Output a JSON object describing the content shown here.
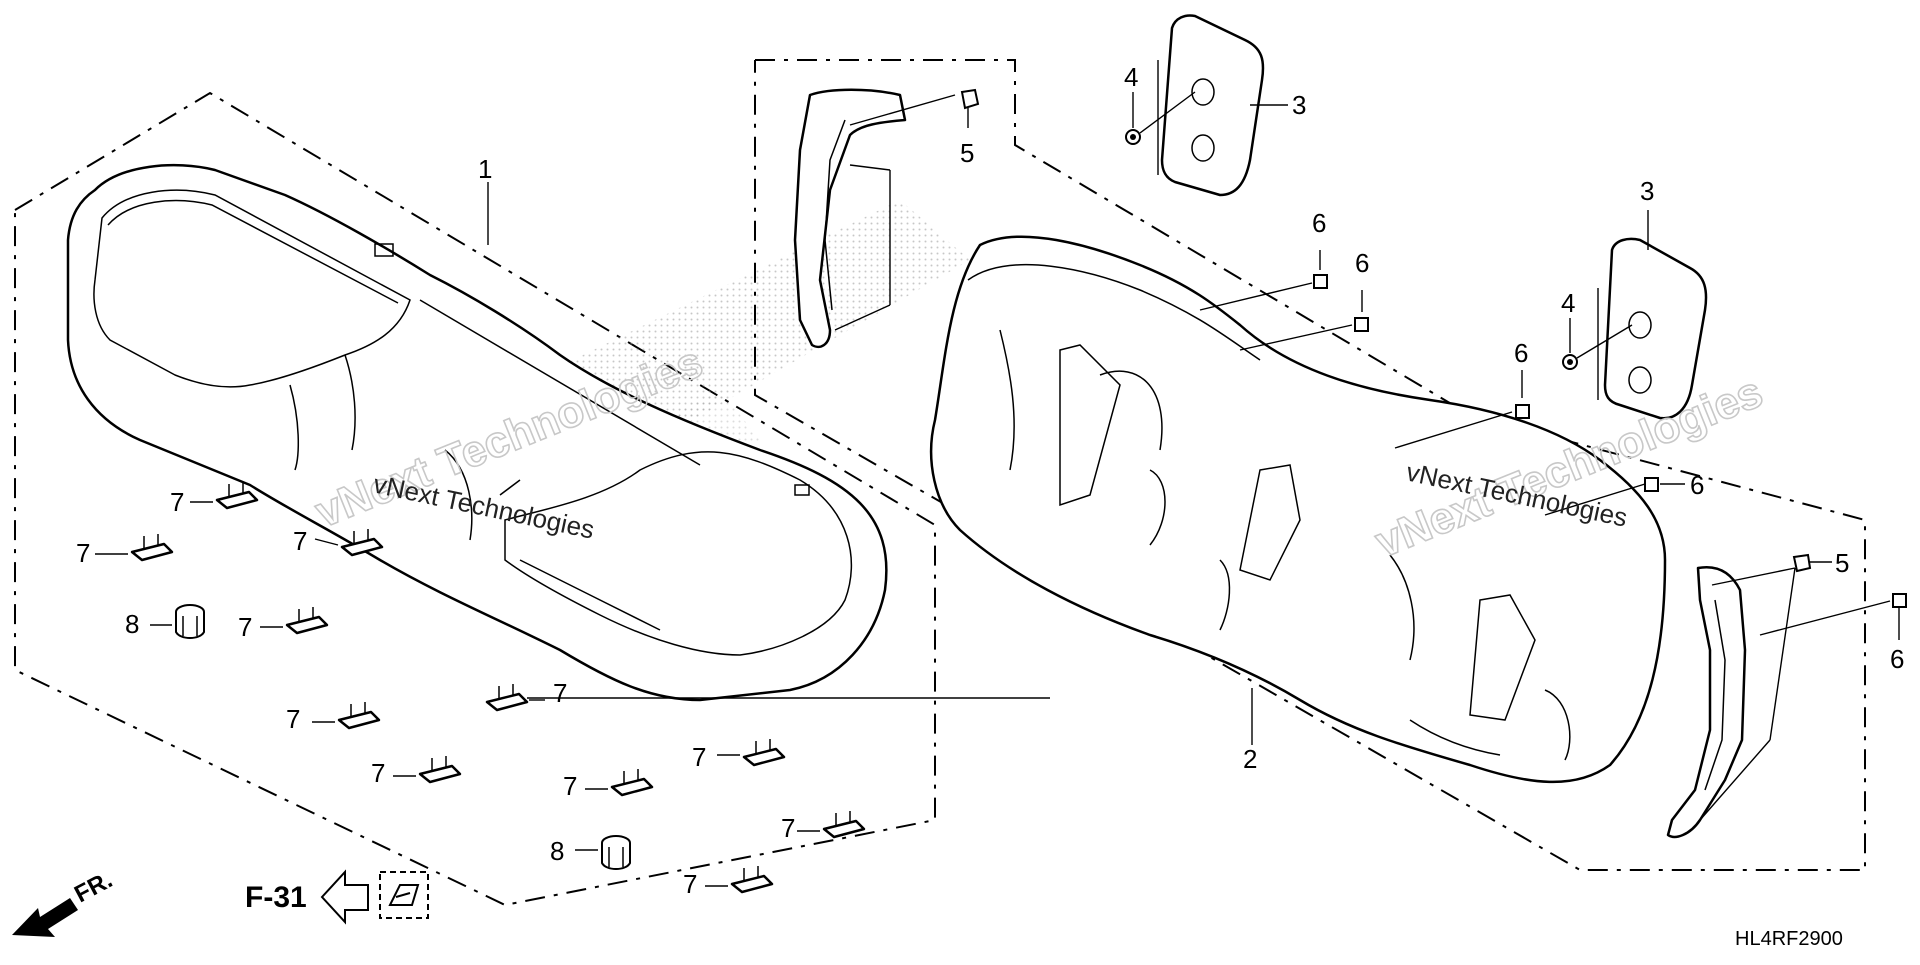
{
  "diagram": {
    "code": "HL4RF2900",
    "front_label": "FR.",
    "reference": "F-31",
    "watermark": "vNext Technologies"
  },
  "callouts": {
    "c1": "1",
    "c2": "2",
    "c3a": "3",
    "c3b": "3",
    "c4a": "4",
    "c4b": "4",
    "c5a": "5",
    "c5b": "5",
    "c6a": "6",
    "c6b": "6",
    "c6c": "6",
    "c6d": "6",
    "c6e": "6",
    "c7a": "7",
    "c7b": "7",
    "c7c": "7",
    "c7d": "7",
    "c7e": "7",
    "c7f": "7",
    "c7g": "7",
    "c7h": "7",
    "c7i": "7",
    "c7j": "7",
    "c7k": "7",
    "c8a": "8",
    "c8b": "8"
  }
}
